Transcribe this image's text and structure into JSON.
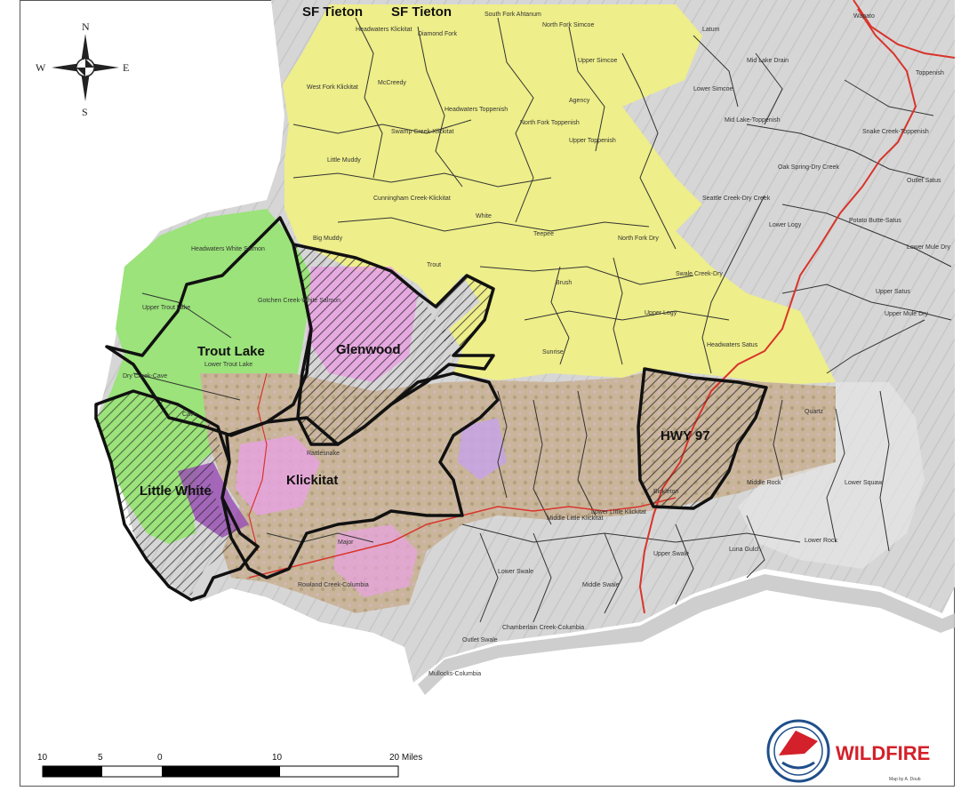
{
  "map": {
    "header_labels": [
      "SF Tieton",
      "SF Tieton"
    ],
    "planning_areas": [
      {
        "name": "Trout Lake"
      },
      {
        "name": "Glenwood"
      },
      {
        "name": "Klickitat"
      },
      {
        "name": "Little White"
      },
      {
        "name": "HWY 97"
      }
    ],
    "watersheds": [
      "Headwaters Klickitat",
      "Diamond Fork",
      "South Fork Ahtanum",
      "North Fork Simcoe",
      "Latum",
      "Mid Lake Drain",
      "Upper Simcoe",
      "Lower Simcoe",
      "West Fork Klickitat",
      "McCreedy",
      "Headwaters Toppenish",
      "North Fork Toppenish",
      "Agency",
      "Swamp Creek-Klickitat",
      "Mid Lake-Toppenish",
      "Snake Creek-Toppenish",
      "Little Muddy",
      "Cunningham Creek-Klickitat",
      "White",
      "Upper Toppenish",
      "Oak Spring-Dry Creek",
      "Outlet Satus",
      "Big Muddy",
      "Teepee",
      "North Fork Dry",
      "Seattle Creek-Dry Creek",
      "Lower Logy",
      "Potato Butte-Satus",
      "Trout",
      "Brush",
      "Lower Mule Dry",
      "Headwaters White Salmon",
      "Gotchen Creek-White Salmon",
      "Upper Trout Lake",
      "Upper Logy",
      "Upper Mule Dry",
      "Swale Creek-Dry",
      "Sunrise",
      "Dry Creek-Cave",
      "Lower Trout Lake",
      "Cave",
      "Upper Swale",
      "Middle Swale",
      "Lower Swale",
      "Outlet Swale",
      "Middle Little Klickitat",
      "Lower Little Klickitat",
      "Luna Gulch",
      "Middle Rock",
      "Lower Rock",
      "Lower Squaw",
      "Quartz",
      "Rattlesnake",
      "Mullocks-Columbia",
      "Chamberlain Creek-Columbia",
      "Rowland Creek-Columbia",
      "Major",
      "Upper Satus",
      "Wapato",
      "Toppenish",
      "Bickleton",
      "Headwaters Satus"
    ]
  },
  "compass": {
    "n": "N",
    "s": "S",
    "e": "E",
    "w": "W"
  },
  "scale_bar": {
    "ticks": [
      "10",
      "5",
      "0",
      "10",
      "20 Miles"
    ]
  },
  "logo": {
    "text": "WILDFIRE",
    "credit": "Map by A. Doub"
  },
  "colors": {
    "yellow_watersheds": "#eeee8a",
    "green_watersheds": "#9be37a",
    "klickitat_landcover": "#c9b59a",
    "private_pink": "#e9a2e3",
    "purple": "#9a52b4",
    "hillshade": "#d6d6d6",
    "boundary": "#111111",
    "road": "#d9342b",
    "logo_red": "#d4202a"
  }
}
